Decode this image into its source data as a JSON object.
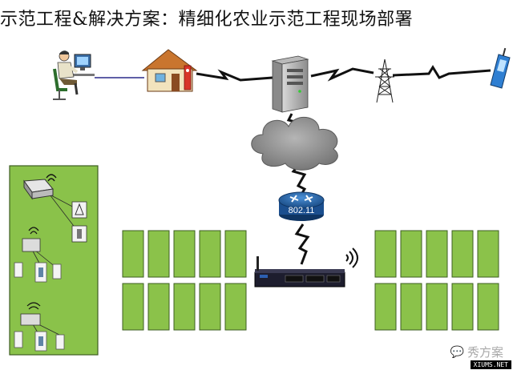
{
  "header": {
    "title": "示范工程&解决方案：精细化农业示范工程现场部署"
  },
  "network": {
    "wifi_label": "802.11"
  },
  "fields": {
    "left_block_rows": 2,
    "left_block_cols": 5,
    "right_block_rows": 2,
    "right_block_cols": 5
  },
  "watermark": {
    "brand_text": "秀方案",
    "site_text": "XIUMS.NET"
  },
  "colors": {
    "field_fill": "#8bc24a",
    "field_stroke": "#3e5e21",
    "panel_fill": "#8ac24a",
    "lightning": "#111111",
    "router_blue": "#1f5fa8",
    "cloud_gray": "#7f7f7f"
  }
}
